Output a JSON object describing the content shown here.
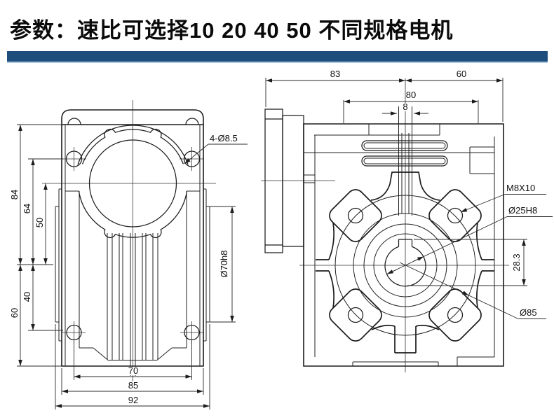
{
  "title": "参数：速比可选择10 20 40  50 不同规格电机",
  "accent_color": "#1d4e7c",
  "drawing": {
    "front_view": {
      "d84": "84",
      "d64": "64",
      "d50": "50",
      "d40": "40",
      "d60": "60",
      "d70": "70",
      "d85": "85",
      "d92": "92",
      "holes_label": "4-Ø8.5",
      "boss_label": "Ø70h8"
    },
    "side_view": {
      "d83": "83",
      "d60": "60",
      "d80": "80",
      "d8": "8",
      "tap_label": "M8X10",
      "bore_label": "Ø25H8",
      "key_depth": "28.3",
      "bolt_circle": "Ø85"
    }
  }
}
